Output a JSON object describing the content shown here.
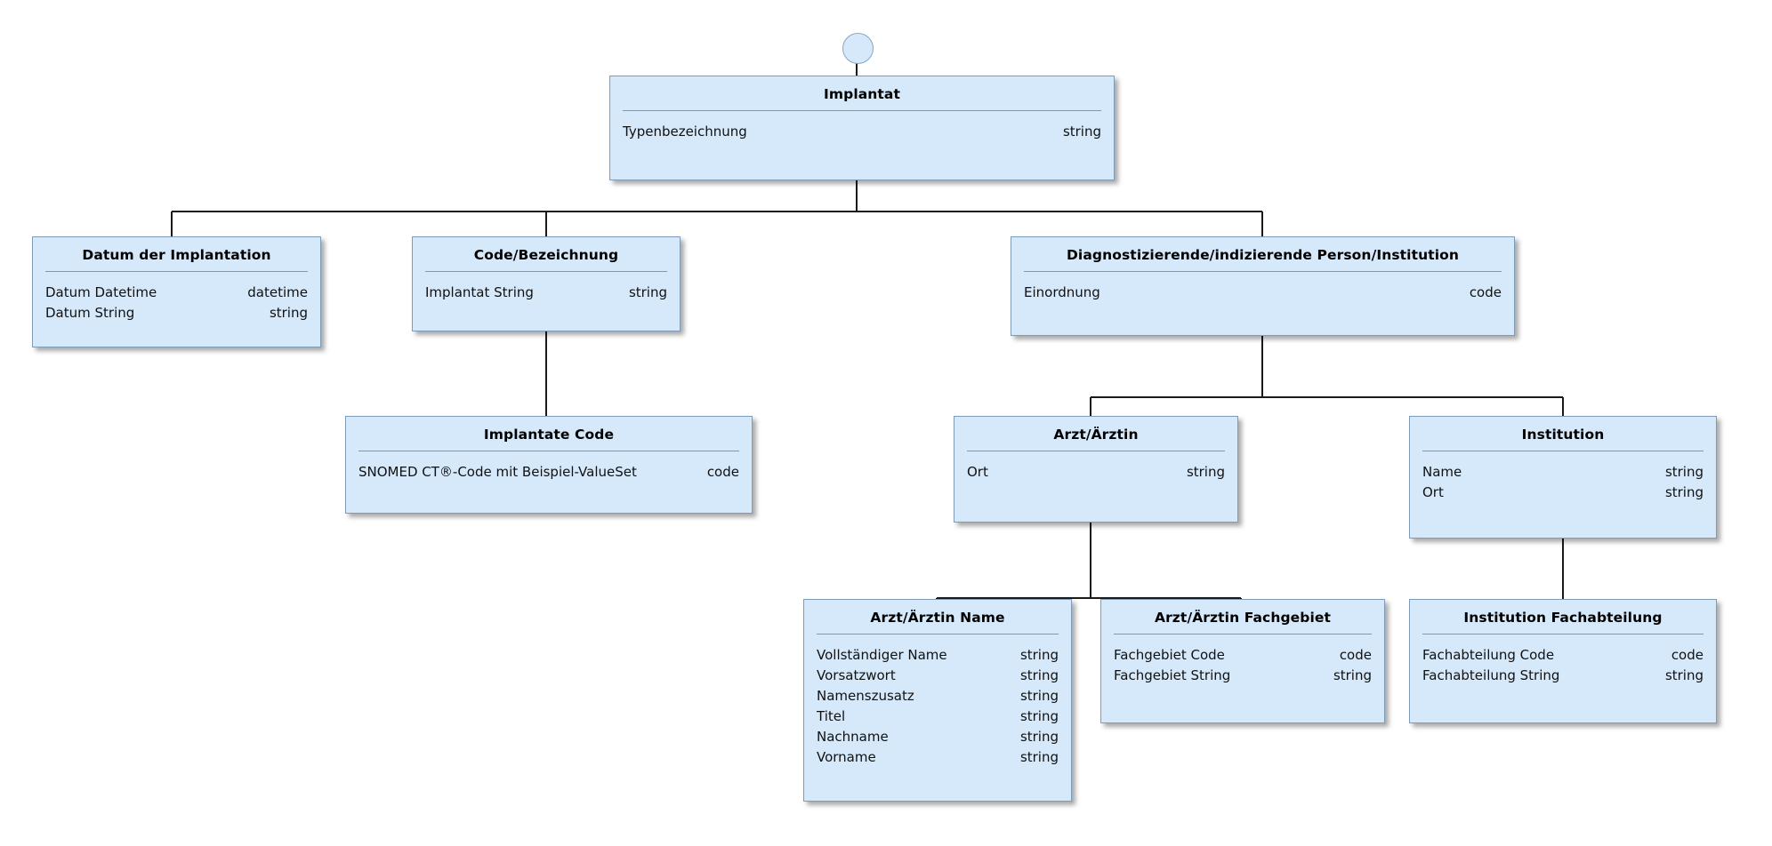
{
  "diagram": {
    "title": "Implantat",
    "start_marker": "start-circle",
    "colors": {
      "node_fill": "#d6e9fb",
      "node_border": "#7e9cb8",
      "edge": "#1a1a1a",
      "rule": "#8296a6",
      "text": "#111111"
    },
    "nodes": [
      {
        "id": "implantat",
        "title": "Implantat",
        "attributes": [
          {
            "name": "Typenbezeichnung",
            "type": "string"
          }
        ]
      },
      {
        "id": "datum-der-implantation",
        "title": "Datum der Implantation",
        "attributes": [
          {
            "name": "Datum Datetime",
            "type": "datetime"
          },
          {
            "name": "Datum String",
            "type": "string"
          }
        ]
      },
      {
        "id": "code-bezeichnung",
        "title": "Code/Bezeichnung",
        "attributes": [
          {
            "name": "Implantat String",
            "type": "string"
          }
        ]
      },
      {
        "id": "diagnostizierende-person-institution",
        "title": "Diagnostizierende/indizierende Person/Institution",
        "attributes": [
          {
            "name": "Einordnung",
            "type": "code"
          }
        ]
      },
      {
        "id": "implantate-code",
        "title": "Implantate Code",
        "attributes": [
          {
            "name": "SNOMED CT®-Code mit Beispiel-ValueSet",
            "type": "code"
          }
        ]
      },
      {
        "id": "arzt-aerztin",
        "title": "Arzt/Ärztin",
        "attributes": [
          {
            "name": "Ort",
            "type": "string"
          }
        ]
      },
      {
        "id": "institution",
        "title": "Institution",
        "attributes": [
          {
            "name": "Name",
            "type": "string"
          },
          {
            "name": "Ort",
            "type": "string"
          }
        ]
      },
      {
        "id": "arzt-aerztin-name",
        "title": "Arzt/Ärztin Name",
        "attributes": [
          {
            "name": "Vollständiger Name",
            "type": "string"
          },
          {
            "name": "Vorsatzwort",
            "type": "string"
          },
          {
            "name": "Namenszusatz",
            "type": "string"
          },
          {
            "name": "Titel",
            "type": "string"
          },
          {
            "name": "Nachname",
            "type": "string"
          },
          {
            "name": "Vorname",
            "type": "string"
          }
        ]
      },
      {
        "id": "arzt-aerztin-fachgebiet",
        "title": "Arzt/Ärztin Fachgebiet",
        "attributes": [
          {
            "name": "Fachgebiet Code",
            "type": "code"
          },
          {
            "name": "Fachgebiet String",
            "type": "string"
          }
        ]
      },
      {
        "id": "institution-fachabteilung",
        "title": "Institution Fachabteilung",
        "attributes": [
          {
            "name": "Fachabteilung Code",
            "type": "code"
          },
          {
            "name": "Fachabteilung String",
            "type": "string"
          }
        ]
      }
    ]
  }
}
